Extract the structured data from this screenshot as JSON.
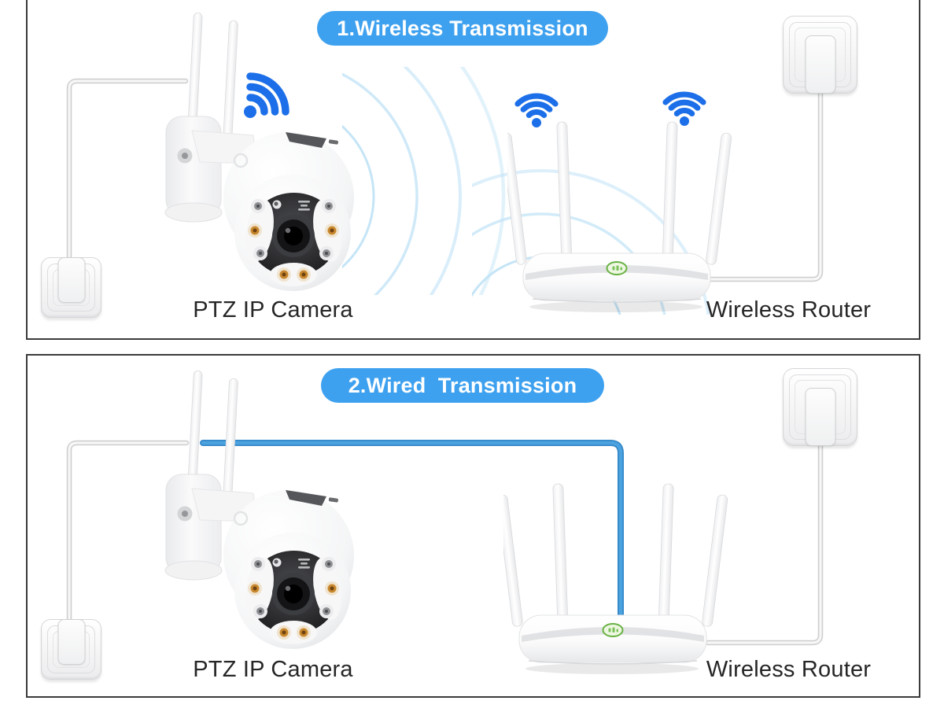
{
  "colors": {
    "banner_blue": "#3EA1EF",
    "banner_text": "#FFFFFF",
    "wifi_blue": "#1C6FE8",
    "ethernet_blue": "#4BA2DE",
    "ethernet_blue_edge": "#3488C8",
    "wave_blue": "#BFE2F6",
    "cable_gray": "#CFCFCF",
    "cable_core": "#F7F7F7",
    "panel_border": "#3B3B3D",
    "label_text": "#262626",
    "led_green": "#69B244",
    "led_fill": "#EDF7E2",
    "amber_led": "#C9882E"
  },
  "panels": [
    {
      "title": "1.Wireless Transmission",
      "camera_label": "PTZ IP Camera",
      "router_label": "Wireless Router"
    },
    {
      "title": "2.Wired  Transmission",
      "camera_label": "PTZ IP Camera",
      "router_label": "Wireless Router"
    }
  ],
  "icons": {
    "wifi_icon": "wifi signal",
    "wall_outlet": "power socket",
    "power_plug": "plug adapter",
    "led_indicator": "router status LED",
    "wifi_waves": "signal ripples"
  }
}
